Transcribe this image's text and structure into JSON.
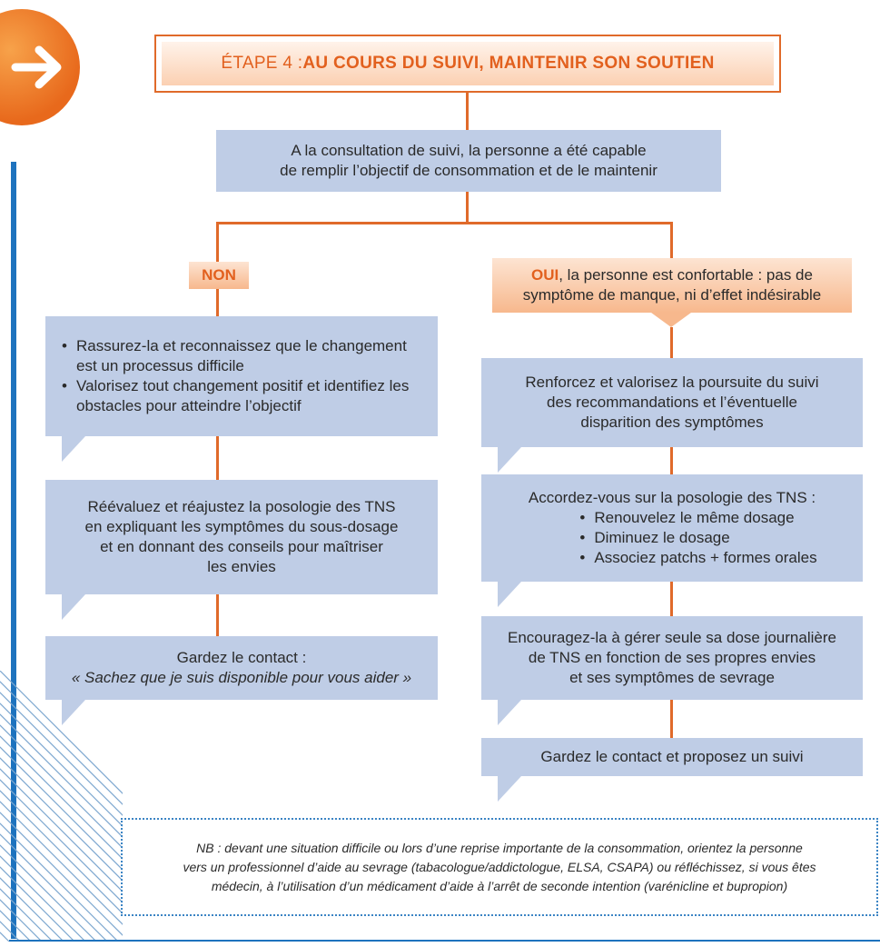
{
  "title": {
    "prefix": "ÉTAPE 4 : ",
    "main": "AU COURS DU SUIVI, MAINTENIR SON SOUTIEN"
  },
  "top_box": {
    "line1": "A la consultation de suivi, la personne a été capable",
    "line2": "de remplir l’objectif de consommation et de le maintenir"
  },
  "non": {
    "label": "NON"
  },
  "oui": {
    "bold": "OUI",
    "rest1": ", la personne est confortable : pas de",
    "rest2": "symptôme de manque, ni d’effet indésirable"
  },
  "left_boxes": {
    "box1_items": [
      "Rassurez-la et reconnaissez que le changement est un processus difficile",
      "Valorisez tout changement positif et identifiez les obstacles pour atteindre l’objectif"
    ],
    "box2": {
      "line1": "Réévaluez et réajustez la posologie des TNS",
      "line2": "en expliquant les symptômes du sous-dosage",
      "line3": "et en donnant des conseils pour maîtriser",
      "line4": "les envies"
    },
    "box3": {
      "line1": "Gardez le contact :",
      "line2": "« Sachez que je suis disponible pour vous aider »"
    }
  },
  "right_boxes": {
    "box1": {
      "line1": "Renforcez et valorisez la poursuite du suivi",
      "line2": "des recommandations et l’éventuelle",
      "line3": "disparition des symptômes"
    },
    "box2": {
      "line1": "Accordez-vous sur la posologie des TNS :",
      "items": [
        "Renouvelez le même dosage",
        "Diminuez le dosage",
        "Associez patchs + formes orales"
      ]
    },
    "box3": {
      "line1": "Encouragez-la à gérer seule sa dose journalière",
      "line2": "de TNS en fonction de ses propres envies",
      "line3": "et ses symptômes de sevrage"
    },
    "box4": {
      "line1": "Gardez le contact et proposez un suivi"
    }
  },
  "nb": {
    "line1": "NB : devant une situation difficile ou lors d’une reprise importante de la consommation, orientez la personne",
    "line2": "vers un professionnel d’aide au sevrage (tabacologue/addictologue, ELSA, CSAPA) ou réfléchissez, si vous êtes",
    "line3": "médecin, à l’utilisation d’un médicament d’aide à l’arrêt de seconde intention (varénicline et bupropion)"
  },
  "colors": {
    "accent_orange": "#e06a2a",
    "box_blue": "#bfcde6",
    "side_blue": "#1e73be"
  },
  "icons": {
    "badge": "chevron-right-icon"
  }
}
